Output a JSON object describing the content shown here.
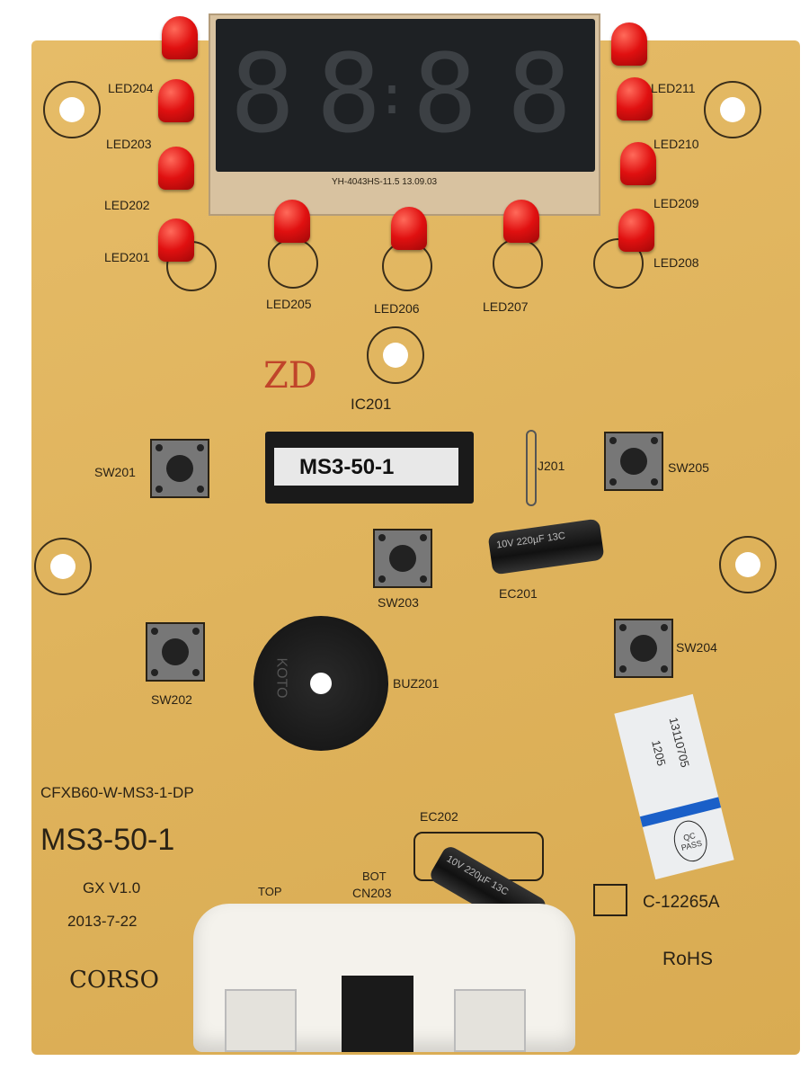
{
  "board": {
    "display_code": "YH-4043HS-11.5 13.09.03",
    "display_digits": [
      "8",
      "8",
      "8",
      "8"
    ],
    "display_colon": ":",
    "leds": [
      "LED201",
      "LED202",
      "LED203",
      "LED204",
      "LED205",
      "LED206",
      "LED207",
      "LED208",
      "LED209",
      "LED210",
      "LED211"
    ],
    "switches": [
      "SW201",
      "SW202",
      "SW203",
      "SW204",
      "SW205"
    ],
    "ic_ref": "IC201",
    "ic_label": "MS3-50-1",
    "jumper": "J201",
    "cap1": "EC201",
    "cap2": "EC202",
    "cap_text": "10V 220µF 13C",
    "buzzer": "BUZ201",
    "buzzer_text": "KOTO",
    "zd_mark": "ZD",
    "model_code": "CFXB60-W-MS3-1-DP",
    "model": "MS3-50-1",
    "version": "GX V1.0",
    "date": "2013-7-22",
    "brand": "CORSO",
    "top_label": "TOP",
    "bot_label": "BOT",
    "connector": "CN203",
    "cert": "C-12265A",
    "rohs": "RoHS",
    "sticker_lines": [
      "13110705",
      "1205"
    ],
    "sticker_stamp": "QC PASS"
  }
}
